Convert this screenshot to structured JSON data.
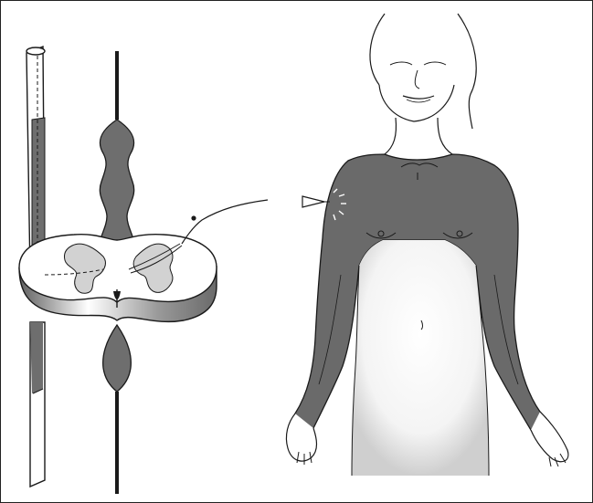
{
  "figure": {
    "parts": [
      {
        "name": "spinal-cord-column",
        "description_icon": "tube-icon"
      },
      {
        "name": "spinal-cord-segment",
        "description_icon": "spinal-segment-icon"
      },
      {
        "name": "dorsal-horn-tract",
        "description_icon": "swelling-column-icon"
      },
      {
        "name": "sensory-nerve-fiber",
        "description_icon": "nerve-fiber-icon"
      },
      {
        "name": "body-figure",
        "description_icon": "human-torso-icon"
      },
      {
        "name": "stimulus-site",
        "description_icon": "pin-icon"
      }
    ],
    "colors": {
      "shade": "#6e6e6e",
      "shade_dark": "#5a5a5a",
      "line": "#1a1a1a",
      "light": "#d6d6d6",
      "skin": "#ffffff"
    }
  }
}
